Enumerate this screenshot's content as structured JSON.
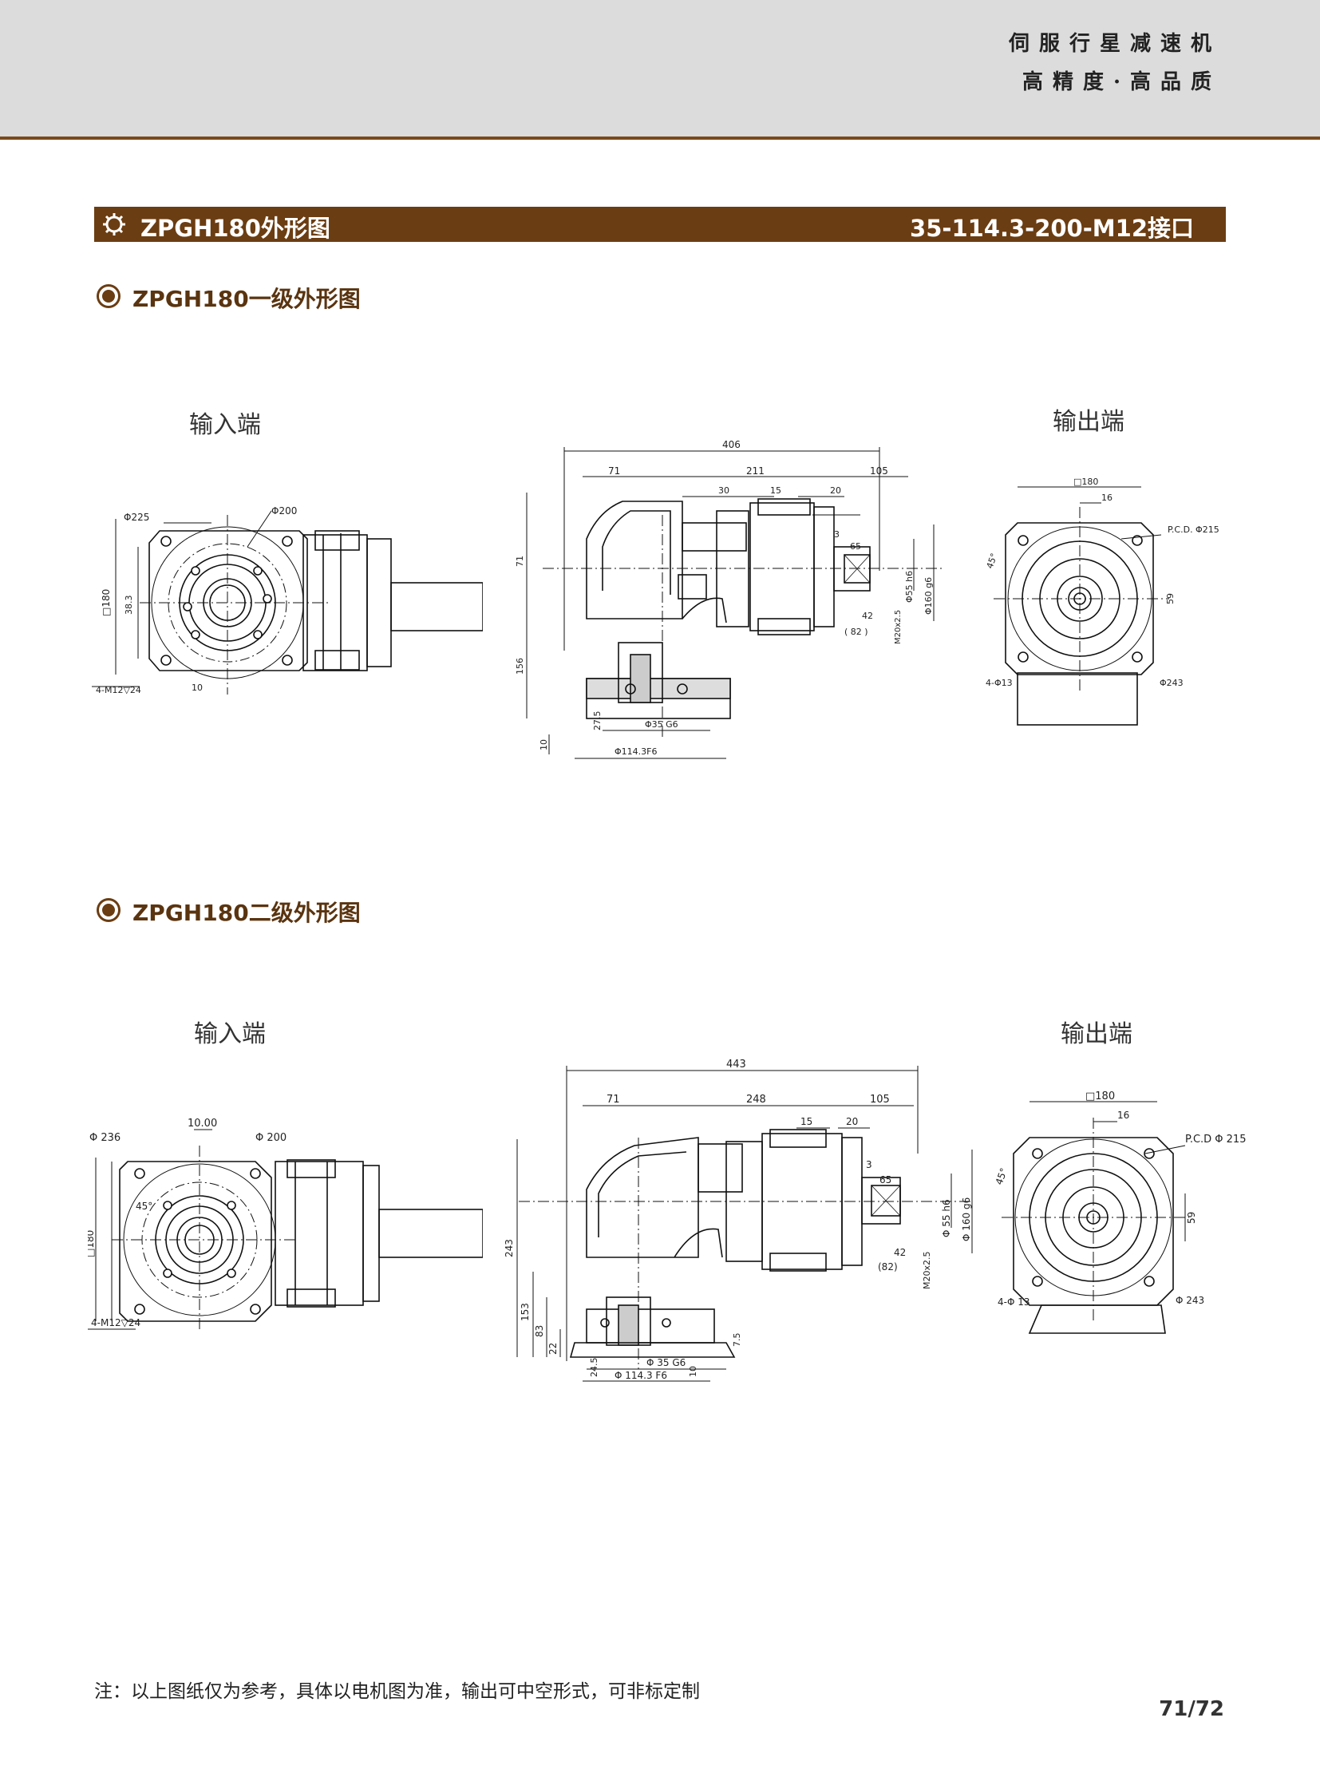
{
  "header": {
    "slogan_line1": "伺服行星减速机",
    "slogan_line2": "高精度·高品质",
    "accent_color": "#6b3d12"
  },
  "title_bar": {
    "left": "ZPGH180外形图",
    "right": "35-114.3-200-M12接口"
  },
  "section1": {
    "heading": "ZPGH180一级外形图",
    "input_label": "输入端",
    "output_label": "输出端",
    "dims": {
      "in_outer": "Φ225",
      "in_pcd": "Φ200",
      "in_sq": "□180",
      "in_off": "38.3",
      "in_bolt": "4-M12▽24",
      "in_key": "10",
      "total": "406",
      "l1": "71",
      "l2": "211",
      "l3": "105",
      "l4": "30",
      "l5": "15",
      "l6": "20",
      "l7": "3",
      "l8": "65",
      "h1": "71",
      "h2": "156",
      "h3": "10",
      "h4": "27.5",
      "d_shaft": "Φ35 G6",
      "d_pilot": "Φ114.3F6",
      "d55": "Φ55 h6",
      "d160": "Φ160 g6",
      "k42": "42",
      "k82": "( 82 )",
      "m20": "M20x2.5",
      "out_sq": "□180",
      "out_16": "16",
      "out_pcd": "P.C.D. Φ215",
      "out_45": "45°",
      "out_59": "59",
      "out_holes": "4-Φ13",
      "out_243": "Φ243"
    }
  },
  "section2": {
    "heading": "ZPGH180二级外形图",
    "input_label": "输入端",
    "output_label": "输出端",
    "dims": {
      "in_key": "10.00",
      "in_outer": "Φ 236",
      "in_pcd": "Φ 200",
      "in_45": "45°",
      "in_sq": "□180",
      "in_bolt": "4-M12▽24",
      "total": "443",
      "l1": "71",
      "l2": "248",
      "l3": "105",
      "l5": "15",
      "l6": "20",
      "l7": "3",
      "l8": "65",
      "h243": "243",
      "h153": "153",
      "h83": "83",
      "h22": "22",
      "h75": "7.5",
      "h245": "24.5",
      "h10": "10",
      "d_shaft": "Φ 35 G6",
      "d_pilot": "Φ 114.3 F6",
      "d55": "Φ 55 h6",
      "d160": "Φ 160 g6",
      "k42": "42",
      "k82": "(82)",
      "m20": "M20x2.5",
      "out_sq": "□180",
      "out_16": "16",
      "out_pcd": "P.C.D Φ 215",
      "out_45": "45°",
      "out_59": "59",
      "out_holes": "4-Φ 13",
      "out_243": "Φ 243"
    }
  },
  "footer": {
    "note": "注：以上图纸仅为参考，具体以电机图为准，输出可中空形式，可非标定制",
    "page": "71/72"
  }
}
